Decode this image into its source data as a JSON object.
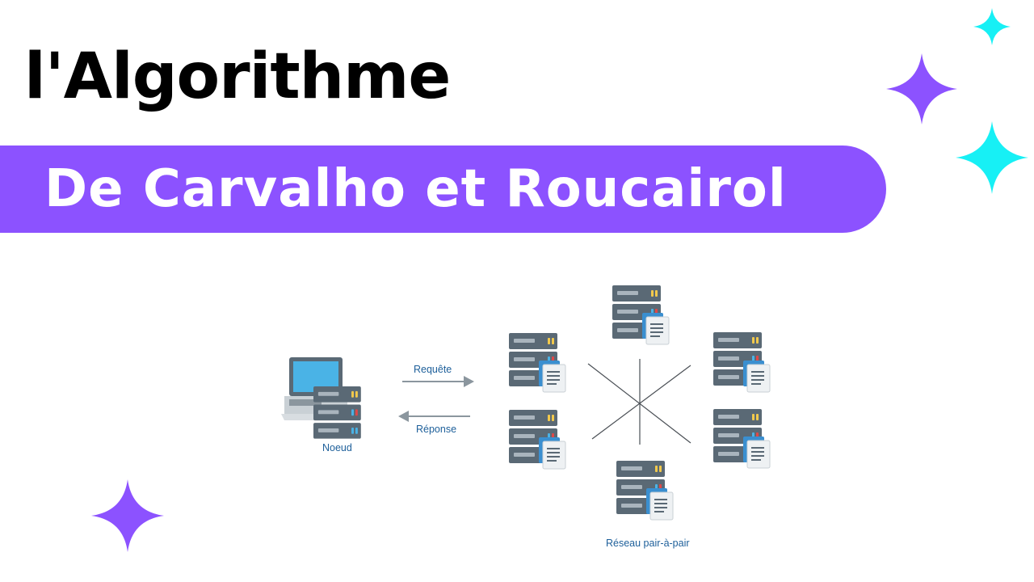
{
  "header": {
    "title": "l'Algorithme",
    "subtitle": "De Carvalho et Roucairol"
  },
  "diagram": {
    "node_label": "Noeud",
    "request_label": "Requête",
    "response_label": "Réponse",
    "network_label": "Réseau pair-à-pair",
    "server_count": 6
  },
  "colors": {
    "accent_purple": "#8c52ff",
    "accent_cyan": "#17f0f5",
    "server_gray": "#5a6975",
    "screen_blue": "#4ab3e6",
    "label_blue": "#1d5f9a"
  },
  "icons": [
    "sparkle-icon",
    "laptop-icon",
    "server-icon",
    "document-icon",
    "arrow-right-icon",
    "arrow-left-icon"
  ]
}
